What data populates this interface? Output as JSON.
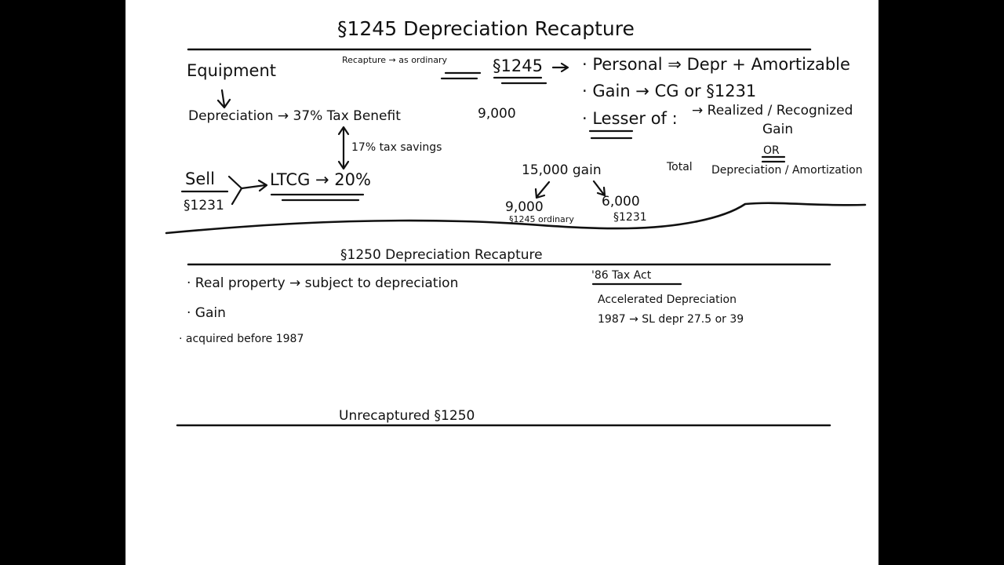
{
  "sections": {
    "s1245": {
      "title": "§1245 Depreciation Recapture",
      "equipment": "Equipment",
      "depreciation_line": "Depreciation → 37% Tax Benefit",
      "tax_benefit_amount": "9,000",
      "tax_savings": "17% tax savings",
      "sell": "Sell",
      "sell_section": "§1231",
      "ltcg": "LTCG → 20%",
      "recapture_note": "Recapture → as ordinary",
      "section_ref": "§1245",
      "bullet_personal": "· Personal ⇒ Depr + Amortizable",
      "bullet_gain": "· Gain → CG or §1231",
      "bullet_lesser": "· Lesser of :",
      "lesser_option1": "→ Realized / Recognized",
      "lesser_option1b": "Gain",
      "or_label": "OR",
      "lesser_option2_prefix": "Total",
      "lesser_option2": "Depreciation / Amortization",
      "gain_total": "15,000 gain",
      "gain_ordinary_amount": "9,000",
      "gain_ordinary_label": "§1245 ordinary",
      "gain_1231_amount": "6,000",
      "gain_1231_label": "§1231"
    },
    "s1250": {
      "title": "§1250 Depreciation Recapture",
      "bullet_real": "· Real property → subject to depreciation",
      "bullet_gain": "· Gain",
      "bullet_acquired": "· acquired before 1987",
      "tax_act": "'86 Tax Act",
      "accelerated": "Accelerated Depreciation",
      "sl_line": "1987 → SL depr   27.5 or 39"
    },
    "unrecaptured": {
      "title": "Unrecaptured §1250"
    }
  },
  "colors": {
    "ink": "#111111",
    "board": "#ffffff",
    "frame": "#000000"
  }
}
